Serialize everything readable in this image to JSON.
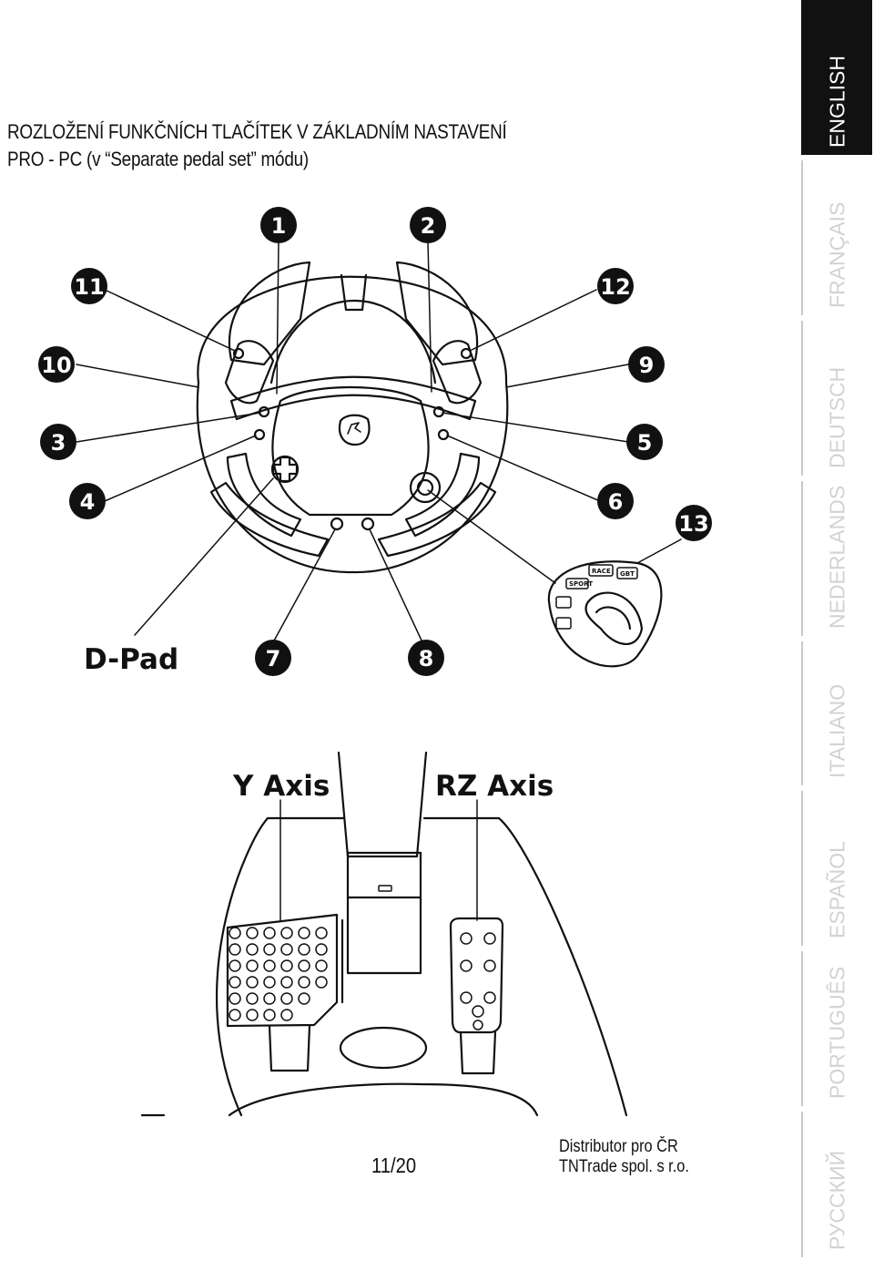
{
  "page": {
    "title_line1": "ROZLOŽENÍ FUNKČNÍCH TLAČÍTEK V ZÁKLADNÍM NASTAVENÍ",
    "title_line2": "PRO - PC (v “Separate pedal set” módu)",
    "page_number": "11/20",
    "distributor_line1": "Distributor pro ČR",
    "distributor_line2": "TNTrade spol. s r.o."
  },
  "wheel": {
    "callouts": [
      "1",
      "2",
      "3",
      "4",
      "5",
      "6",
      "7",
      "8",
      "9",
      "10",
      "11",
      "12",
      "13"
    ],
    "dpad_label": "D-Pad",
    "mode_buttons": [
      "RACE",
      "GBT",
      "SPORT"
    ],
    "hub_emblem": "horse-emblem-icon"
  },
  "pedals": {
    "y_axis_label": "Y Axis",
    "rz_axis_label": "RZ Axis"
  },
  "languages": {
    "active": "ENGLISH",
    "items": [
      "ENGLISH",
      "FRANÇAIS",
      "DEUTSCH",
      "NEDERLANDS",
      "ITALIANO",
      "ESPAÑOL",
      "PORTUGUÊS",
      "РУССКИЙ"
    ]
  },
  "colors": {
    "tab_active": "#111111",
    "tab_inactive_text": "#d2d2d2"
  }
}
